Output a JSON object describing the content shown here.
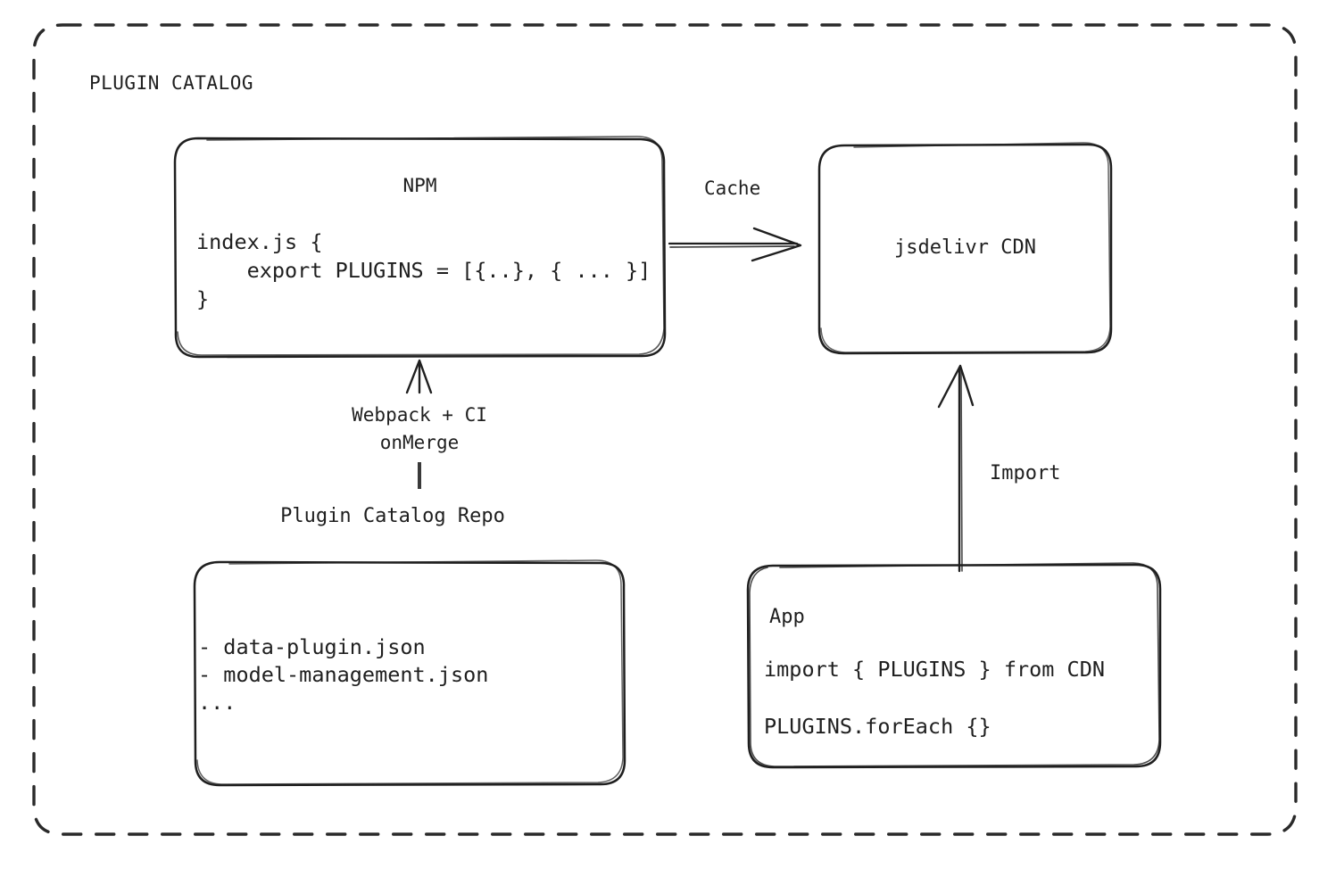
{
  "diagram": {
    "title": "PLUGIN CATALOG",
    "background_color": "#ffffff",
    "stroke_color": "#1f1f1f",
    "style": "hand-drawn sketchy rounded boxes with dashed outer container"
  },
  "nodes": {
    "npm": {
      "title": "NPM",
      "code": "index.js {\n    export PLUGINS = [{..}, { ... }]\n}"
    },
    "cdn": {
      "title": "jsdelivr CDN"
    },
    "repo": {
      "label": "Plugin Catalog Repo",
      "files": "- data-plugin.json\n- model-management.json\n..."
    },
    "app": {
      "title": "App",
      "import_line": "import { PLUGINS } from CDN",
      "foreach_line": "PLUGINS.forEach {}"
    }
  },
  "edges": {
    "cache": {
      "label": "Cache",
      "from": "npm",
      "to": "cdn",
      "direction": "right"
    },
    "build": {
      "label": "Webpack + CI\nonMerge",
      "from": "repo",
      "to": "npm",
      "direction": "up"
    },
    "import": {
      "label": "Import",
      "from": "app",
      "to": "cdn",
      "direction": "up"
    }
  }
}
